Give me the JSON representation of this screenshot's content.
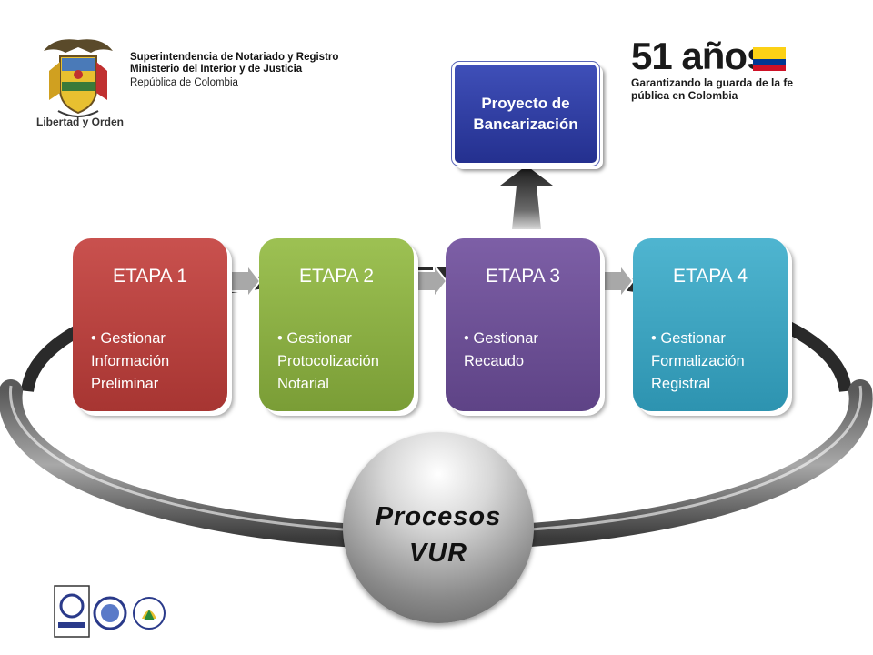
{
  "header": {
    "org_line1": "Superintendencia de Notariado y Registro",
    "org_line2": "Ministerio del Interior y de Justicia",
    "org_line3": "República de Colombia",
    "coat_of_arms_motto": "Libertad y Orden",
    "anniversary_big": "51 años",
    "anniversary_tagline": "Garantizando la guarda de la fe pública en Colombia"
  },
  "project": {
    "line1": "Proyecto de",
    "line2": "Bancarización"
  },
  "stages": [
    {
      "title": "ETAPA 1",
      "desc": "• Gestionar Información Preliminar",
      "color": "#c0504d"
    },
    {
      "title": "ETAPA 2",
      "desc": "• Gestionar Protocolización Notarial",
      "color": "#9bbb59"
    },
    {
      "title": "ETAPA 3",
      "desc": "• Gestionar Recaudo",
      "color": "#8064a2"
    },
    {
      "title": "ETAPA 4",
      "desc": "• Gestionar Formalización Registral",
      "color": "#4bacc6"
    }
  ],
  "center": {
    "line1": "Procesos",
    "line2": "VUR"
  },
  "flag_colors": [
    "#fcd116",
    "#003893",
    "#ce1126"
  ]
}
